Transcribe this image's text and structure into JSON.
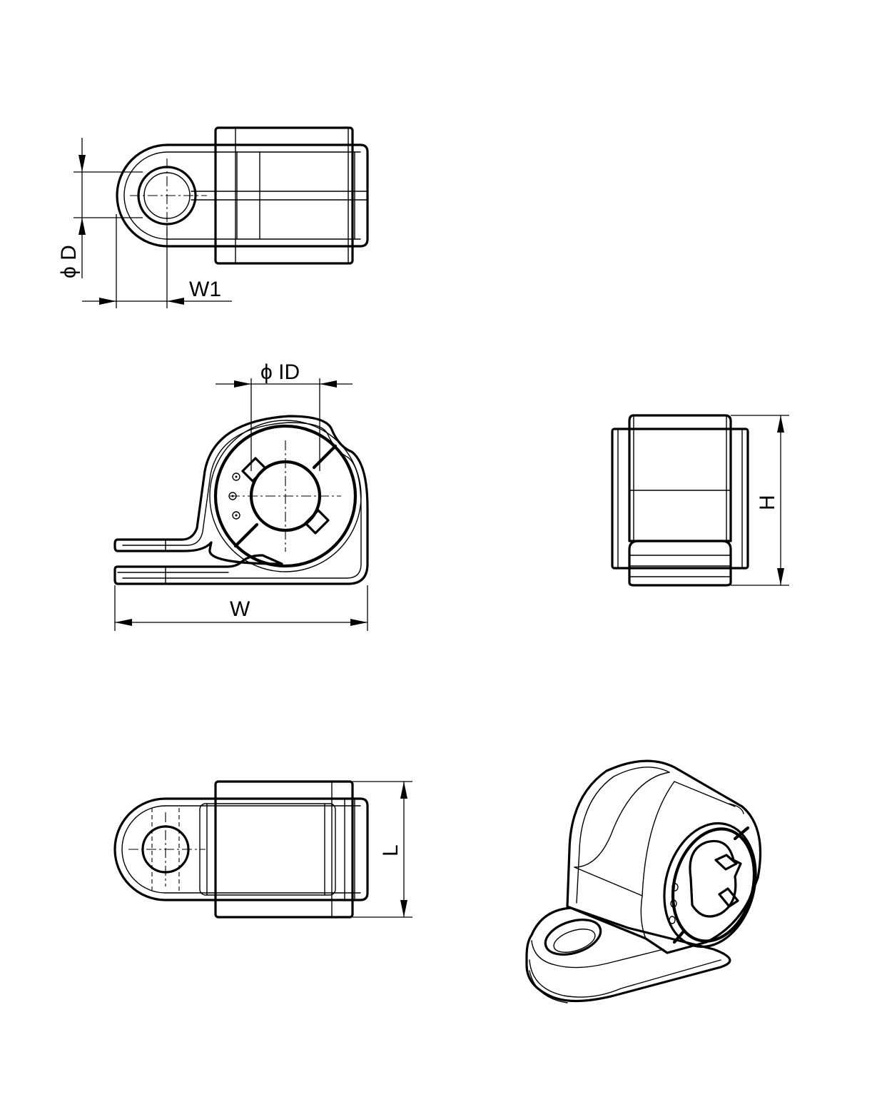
{
  "labels": {
    "phi_d": "ϕ D",
    "w1": "W1",
    "phi_id": "ϕ ID",
    "w": "W",
    "h": "H",
    "l": "L"
  },
  "colors": {
    "line": "#000000",
    "background": "#ffffff"
  }
}
